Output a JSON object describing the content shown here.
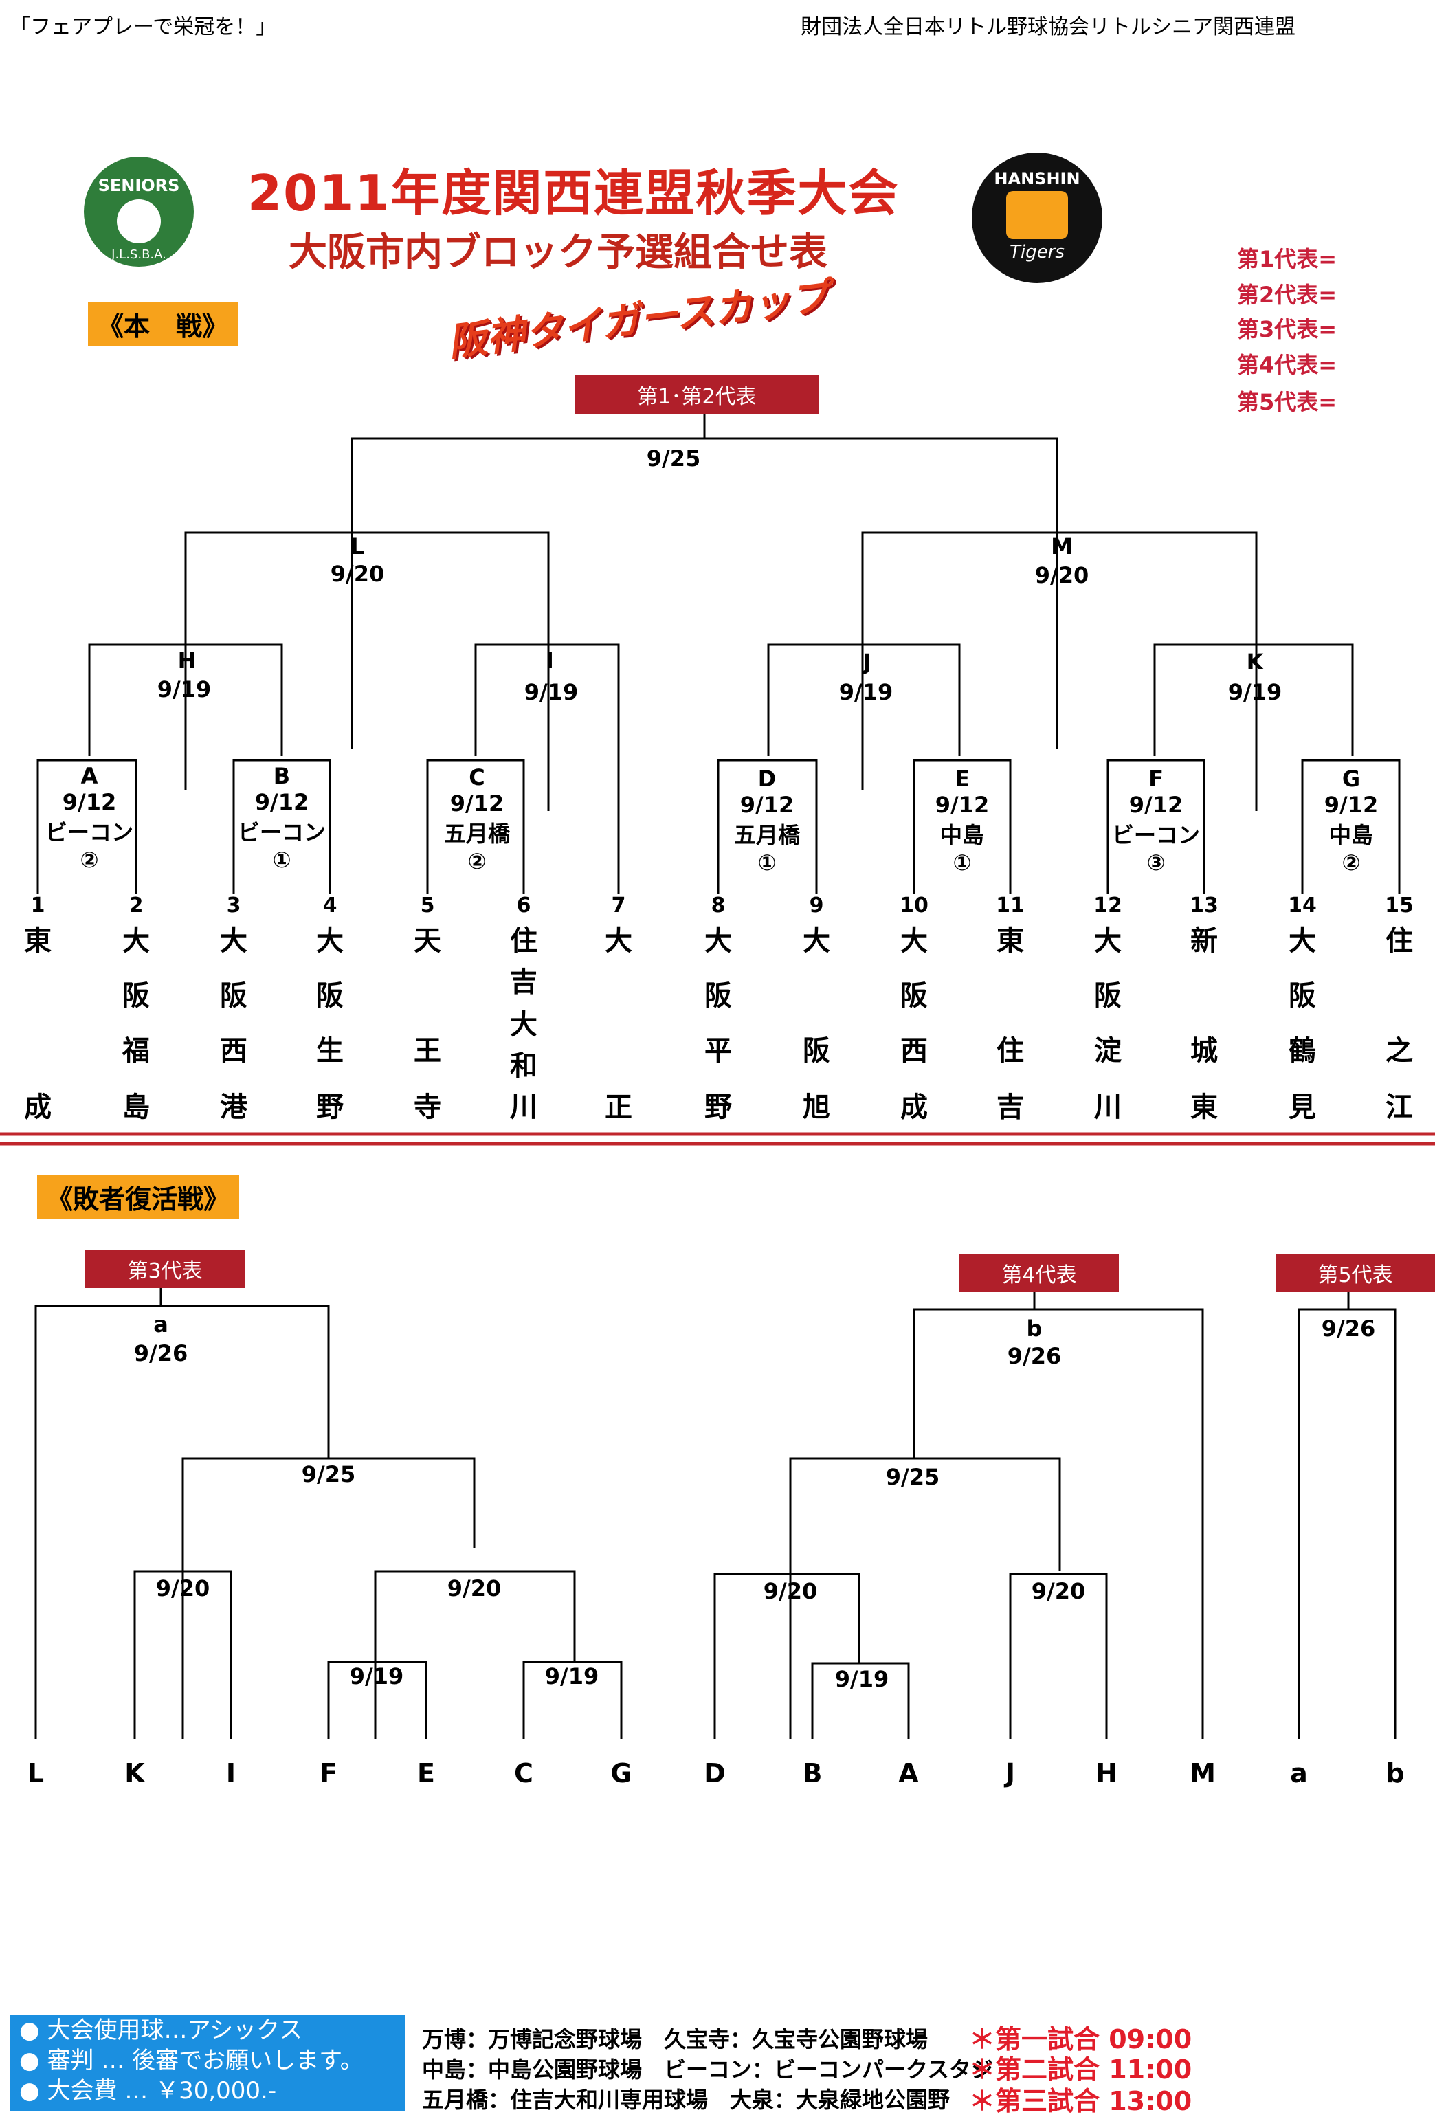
{
  "header": {
    "left": "「フェアプレーで栄冠を！」",
    "right": "財団法人全日本リトル野球協会リトルシニア関西連盟"
  },
  "titles": {
    "main": "2011年度関西連盟秋季大会",
    "sub": "大阪市内ブロック予選組合せ表",
    "cup": "阪神タイガースカップ"
  },
  "logos": {
    "left_text": "SENIORS",
    "left_sub": "J.L.S.B.A.",
    "right_text": "HANSHIN",
    "right_sub": "Tigers"
  },
  "honsen_label": "《本　戦》",
  "haisha_label": "《敗者復活戦》",
  "representatives": [
    "第1代表=",
    "第2代表=",
    "第3代表=",
    "第4代表=",
    "第5代表="
  ],
  "bracket_main": {
    "top_box": "第1･第2代表",
    "final_date": "9/25",
    "rounds": [
      {
        "code": "L",
        "date": "9/20"
      },
      {
        "code": "M",
        "date": "9/20"
      },
      {
        "code": "H",
        "date": "9/19"
      },
      {
        "code": "I",
        "date": "9/19"
      },
      {
        "code": "J",
        "date": "9/19"
      },
      {
        "code": "K",
        "date": "9/19"
      }
    ],
    "first_round": [
      {
        "code": "A",
        "date": "9/12",
        "venue": "ビーコン",
        "mark": "②"
      },
      {
        "code": "B",
        "date": "9/12",
        "venue": "ビーコン",
        "mark": "①"
      },
      {
        "code": "C",
        "date": "9/12",
        "venue": "五月橋",
        "mark": "②"
      },
      {
        "code": "D",
        "date": "9/12",
        "venue": "五月橋",
        "mark": "①"
      },
      {
        "code": "E",
        "date": "9/12",
        "venue": "中島",
        "mark": "①"
      },
      {
        "code": "F",
        "date": "9/12",
        "venue": "ビーコン",
        "mark": "③"
      },
      {
        "code": "G",
        "date": "9/12",
        "venue": "中島",
        "mark": "②"
      }
    ],
    "teams": [
      {
        "num": "1",
        "name": [
          "東",
          "",
          "",
          "成"
        ]
      },
      {
        "num": "2",
        "name": [
          "大",
          "阪",
          "福",
          "島"
        ]
      },
      {
        "num": "3",
        "name": [
          "大",
          "阪",
          "西",
          "港"
        ]
      },
      {
        "num": "4",
        "name": [
          "大",
          "阪",
          "生",
          "野"
        ]
      },
      {
        "num": "5",
        "name": [
          "天",
          "",
          "王",
          "寺"
        ]
      },
      {
        "num": "6",
        "name": [
          "住",
          "吉",
          "大",
          "和",
          "川"
        ]
      },
      {
        "num": "7",
        "name": [
          "大",
          "",
          "",
          "正"
        ]
      },
      {
        "num": "8",
        "name": [
          "大",
          "阪",
          "平",
          "野"
        ]
      },
      {
        "num": "9",
        "name": [
          "大",
          "",
          "阪",
          "旭"
        ]
      },
      {
        "num": "10",
        "name": [
          "大",
          "阪",
          "西",
          "成"
        ]
      },
      {
        "num": "11",
        "name": [
          "東",
          "",
          "住",
          "吉"
        ]
      },
      {
        "num": "12",
        "name": [
          "大",
          "阪",
          "淀",
          "川"
        ]
      },
      {
        "num": "13",
        "name": [
          "新",
          "",
          "城",
          "東"
        ]
      },
      {
        "num": "14",
        "name": [
          "大",
          "阪",
          "鶴",
          "見"
        ]
      },
      {
        "num": "15",
        "name": [
          "住",
          "",
          "之",
          "江"
        ]
      }
    ]
  },
  "bracket_loser": {
    "box3": "第3代表",
    "box4": "第4代表",
    "box5": "第5代表",
    "a_code": "a",
    "a_date": "9/26",
    "b_code": "b",
    "b_date": "9/26",
    "c_date": "9/26",
    "dates_925": [
      "9/25",
      "9/25"
    ],
    "dates_920": [
      "9/20",
      "9/20",
      "9/20",
      "9/20"
    ],
    "dates_919": [
      "9/19",
      "9/19",
      "9/19"
    ],
    "bottom": [
      "L",
      "K",
      "I",
      "F",
      "E",
      "C",
      "G",
      "D",
      "B",
      "A",
      "J",
      "H",
      "M",
      "a",
      "b"
    ]
  },
  "footer": {
    "box": [
      "● 大会使用球…アシックス",
      "● 審判 … 後審でお願いします。",
      "● 大会費 … ￥30,000.-"
    ],
    "venues": [
      "万博：万博記念野球場　久宝寺：久宝寺公園野球場",
      "中島：中島公園野球場　ビーコン：ビーコンパークスタジ",
      "五月橋：住吉大和川専用球場　大泉：大泉緑地公園野"
    ],
    "games": [
      "＊第一試合 09:00",
      "＊第二試合 11:00",
      "＊第三試合 13:00"
    ]
  }
}
